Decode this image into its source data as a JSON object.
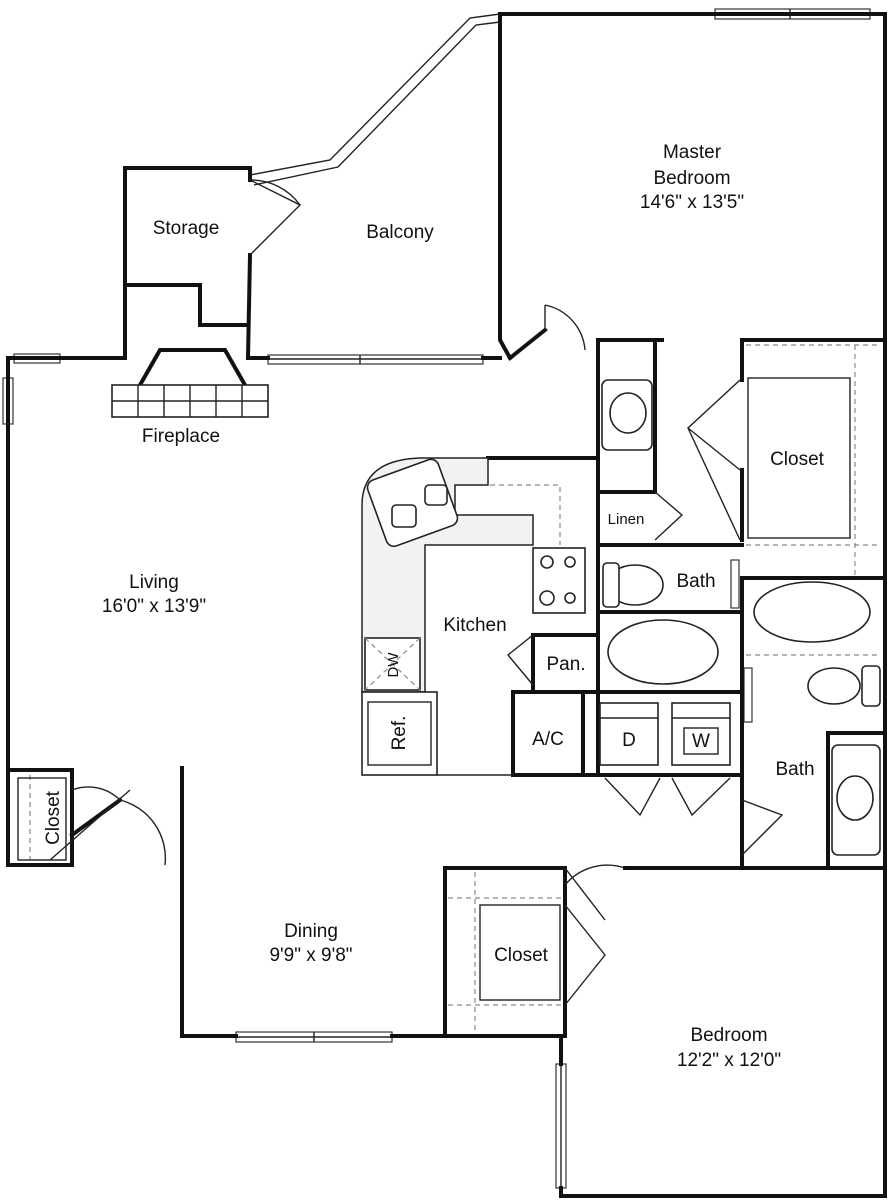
{
  "rooms": {
    "master_bedroom": {
      "name_line1": "Master",
      "name_line2": "Bedroom",
      "size": "14'6\" x 13'5\""
    },
    "storage": {
      "name": "Storage"
    },
    "balcony": {
      "name": "Balcony"
    },
    "fireplace": {
      "name": "Fireplace"
    },
    "living": {
      "name": "Living",
      "size": "16'0\" x 13'9\""
    },
    "kitchen": {
      "name": "Kitchen"
    },
    "dw": {
      "name": "DW"
    },
    "ref": {
      "name": "Ref."
    },
    "pantry": {
      "name": "Pan."
    },
    "ac": {
      "name": "A/C"
    },
    "dryer": {
      "name": "D"
    },
    "washer": {
      "name": "W"
    },
    "linen": {
      "name": "Linen"
    },
    "master_closet": {
      "name": "Closet"
    },
    "bath1": {
      "name": "Bath"
    },
    "bath2": {
      "name": "Bath"
    },
    "hall_closet": {
      "name": "Closet"
    },
    "dining": {
      "name": "Dining",
      "size": "9'9\" x 9'8\""
    },
    "bedroom_closet": {
      "name": "Closet"
    },
    "bedroom": {
      "name": "Bedroom",
      "size": "12'2\" x 12'0\""
    }
  }
}
